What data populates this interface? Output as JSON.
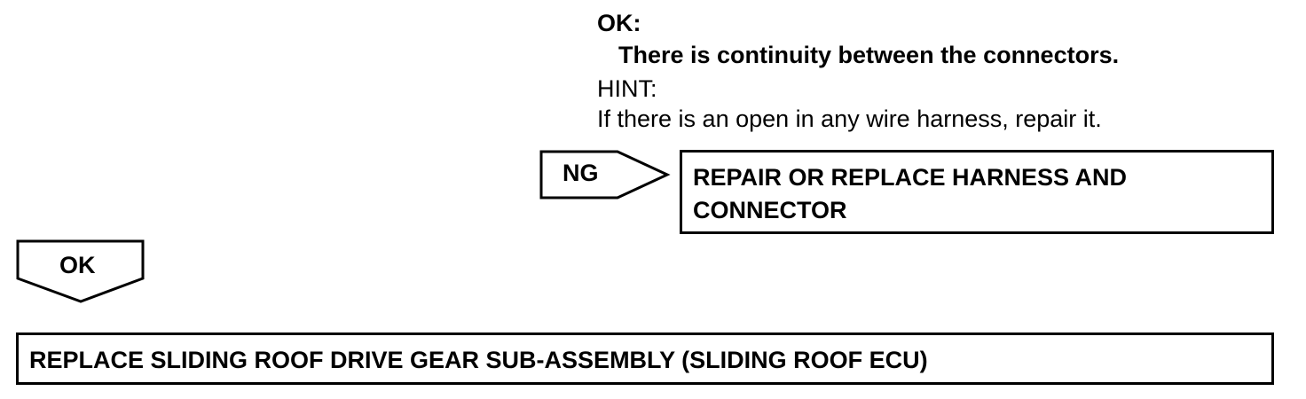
{
  "spec": {
    "label": "OK:",
    "text": "There is continuity between the connectors."
  },
  "hint": {
    "label": "HINT:",
    "text": "If there is an open in any wire harness, repair it."
  },
  "ng_branch": {
    "label": "NG",
    "action_line1": "REPAIR OR REPLACE HARNESS AND",
    "action_line2": "CONNECTOR"
  },
  "ok_branch": {
    "label": "OK"
  },
  "next_step": {
    "text": "REPLACE SLIDING ROOF DRIVE GEAR SUB-ASSEMBLY (SLIDING ROOF ECU)"
  }
}
